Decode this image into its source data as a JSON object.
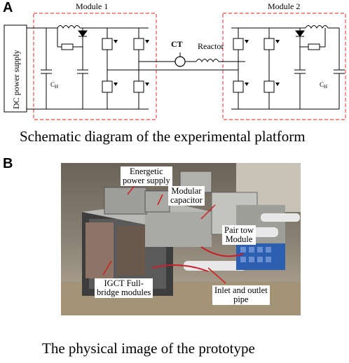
{
  "panels": {
    "a": {
      "letter": "A",
      "module1": "Module 1",
      "module2": "Module 2",
      "dc_supply": "DC power supply",
      "ct": "CT",
      "reactor": "Reactor",
      "cap_label": "C",
      "cap_sub": "H",
      "caption": "Schematic diagram of the experimental platform"
    },
    "b": {
      "letter": "B",
      "labels": {
        "energetic_1": "Energetic",
        "energetic_2": "power supply",
        "modcap_1": "Modular",
        "modcap_2": "capacitor",
        "pair_1": "Pair tow",
        "pair_2": "Module",
        "igct_1": "IGCT Full-",
        "igct_2": "bridge modules",
        "inlet_1": "Inlet and outlet",
        "inlet_2": "pipe"
      },
      "caption": "The physical image of the prototype"
    }
  },
  "colors": {
    "module_box": "#e84a4a",
    "line": "#000000"
  }
}
